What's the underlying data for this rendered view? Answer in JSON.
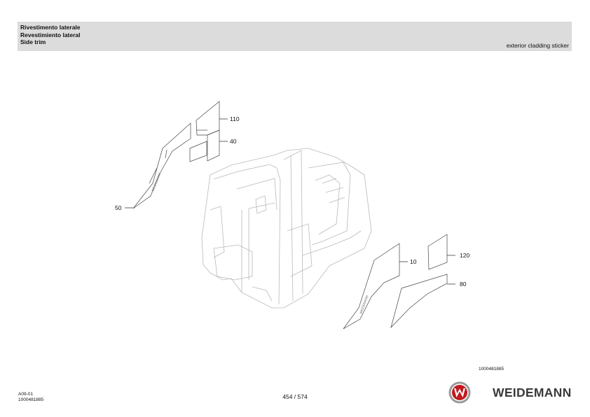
{
  "header": {
    "title_it": "Rivestimento laterale",
    "title_es": "Revestimiento lateral",
    "title_en": "Side trim",
    "subtitle": "exterior cladding sticker"
  },
  "diagram": {
    "callouts": {
      "c110": "110",
      "c40": "40",
      "c50": "50",
      "c10": "10",
      "c120": "120",
      "c80": "80"
    }
  },
  "drawing_number": "1000481885",
  "footer": {
    "code": "A09-01",
    "doc_number": "1000481885",
    "page": "454 / 574",
    "brand": "WEIDEMANN"
  },
  "colors": {
    "header_bg": "#dcdcdc",
    "logo_red": "#c0191f",
    "machine_line": "#b9b9b9"
  }
}
